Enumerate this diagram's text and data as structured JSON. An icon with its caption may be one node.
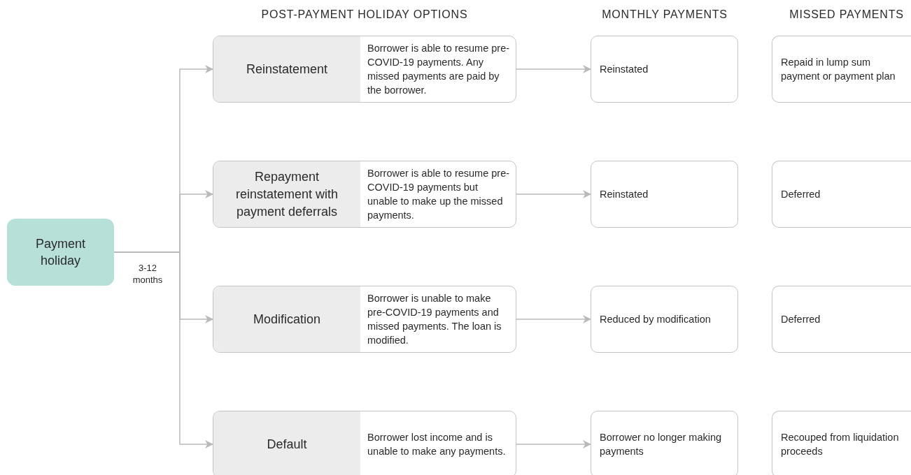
{
  "diagram": {
    "nodes": [
      {
        "text": [
          "Payment holiday"
        ]
      },
      {
        "text": [
          "Reinstatement",
          "Borrower is able to resume pre-COVID-19 payments. Any missed payments are paid by the borrower."
        ]
      },
      {
        "text": [
          "Repayment reinstatement with payment deferrals",
          "Borrower is able to resume pre-COVID-19 payments but unable to make up the missed payments."
        ]
      },
      {
        "text": [
          "Modification",
          "Borrower is unable to make pre-COVID-19 payments and missed payments. The loan is modified."
        ]
      },
      {
        "text": [
          "Default",
          "Borrower lost income and is unable to make any payments."
        ]
      },
      {
        "text": [
          "Reinstated"
        ]
      },
      {
        "text": [
          "Reinstated"
        ]
      },
      {
        "text": [
          "Reduced by modification"
        ]
      },
      {
        "text": [
          "Borrower no longer making payments"
        ]
      },
      {
        "text": [
          "Repaid in lump sum payment or payment plan"
        ]
      },
      {
        "text": [
          "Deferred"
        ]
      },
      {
        "text": [
          "Deferred"
        ]
      },
      {
        "text": [
          "Recouped from liquidation proceeds"
        ]
      }
    ],
    "edges": [
      {
        "from": 0,
        "to": 1,
        "arrow": "to",
        "label": "3-12 months"
      },
      {
        "from": 0,
        "to": 2,
        "arrow": "to"
      },
      {
        "from": 0,
        "to": 3,
        "arrow": "to"
      },
      {
        "from": 0,
        "to": 4,
        "arrow": "to"
      },
      {
        "from": 1,
        "to": 5,
        "arrow": "to"
      },
      {
        "from": 2,
        "to": 6,
        "arrow": "to"
      },
      {
        "from": 3,
        "to": 7,
        "arrow": "to"
      },
      {
        "from": 4,
        "to": 8,
        "arrow": "to"
      }
    ],
    "labels": [
      "POST-PAYMENT HOLIDAY OPTIONS",
      "MONTHLY PAYMENTS",
      "MISSED PAYMENTS"
    ]
  }
}
